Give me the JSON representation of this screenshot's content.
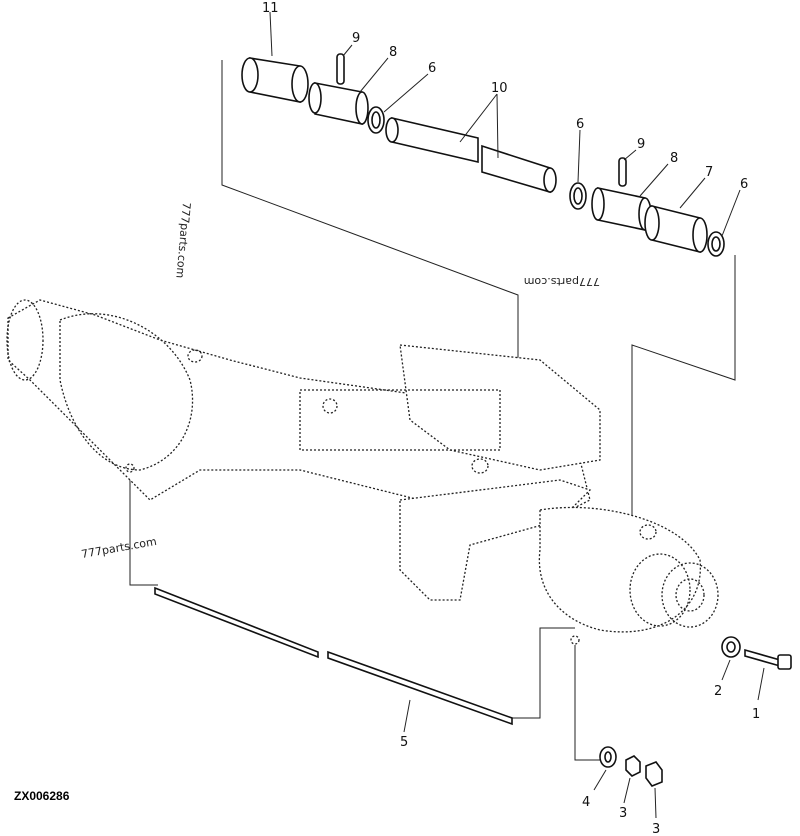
{
  "diagram_code": "ZX006286",
  "watermarks": [
    "777parts.com",
    "777parts.com",
    "777parts.com"
  ],
  "callouts": {
    "c11": "11",
    "c9a": "9",
    "c8a": "8",
    "c6a": "6",
    "c10": "10",
    "c6b": "6",
    "c9b": "9",
    "c8b": "8",
    "c7": "7",
    "c6c": "6",
    "c5": "5",
    "c2": "2",
    "c1": "1",
    "c4": "4",
    "c3a": "3",
    "c3b": "3"
  },
  "colors": {
    "ink": "#111111",
    "background": "#ffffff"
  }
}
